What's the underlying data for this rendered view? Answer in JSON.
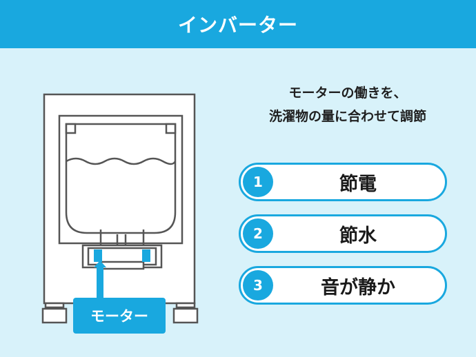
{
  "header": {
    "title": "インバーター"
  },
  "caption": {
    "line1": "モーターの働きを、",
    "line2": "洗濯物の量に合わせて調節"
  },
  "benefits": [
    {
      "number": "1",
      "label": "節電"
    },
    {
      "number": "2",
      "label": "節水"
    },
    {
      "number": "3",
      "label": "音が静か"
    }
  ],
  "motor": {
    "label": "モーター"
  },
  "colors": {
    "accent": "#19a8df",
    "background": "#d8f2fa",
    "line": "#555555",
    "white": "#ffffff"
  }
}
